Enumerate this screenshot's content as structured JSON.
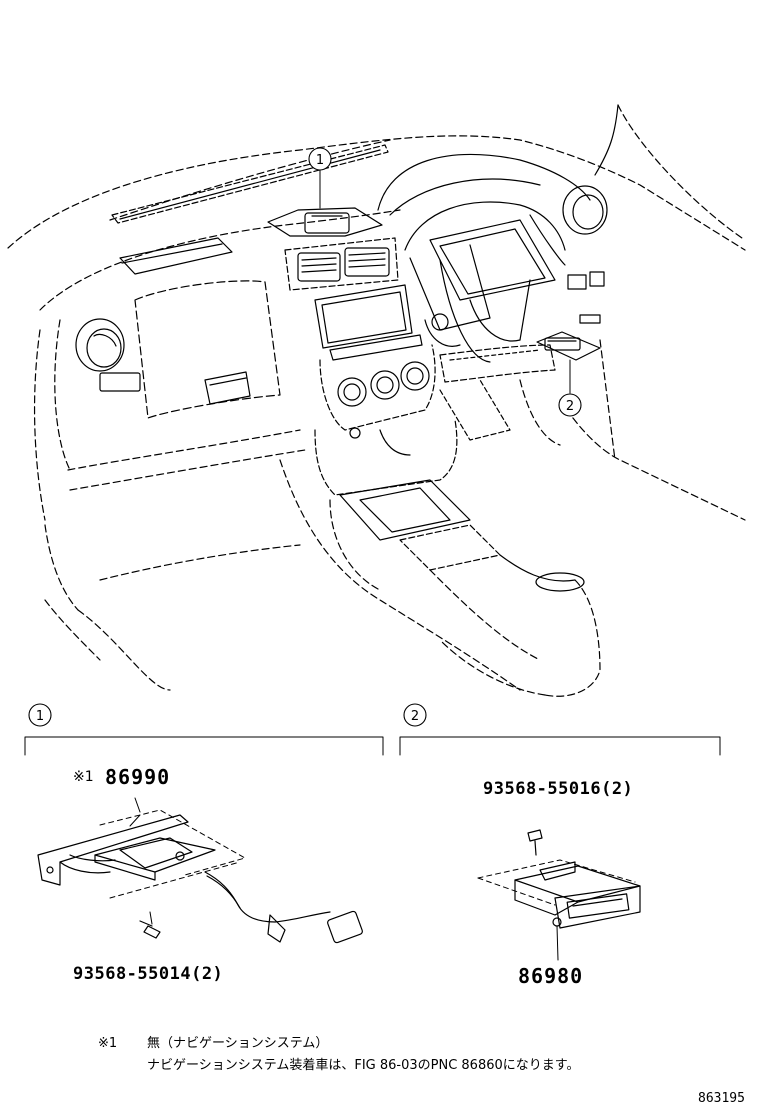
{
  "callouts": {
    "c1": "1",
    "c2": "2"
  },
  "section1": {
    "label": "1",
    "marker": "※1",
    "part_main": "86990",
    "part_bolt": "93568-55014(2)"
  },
  "section2": {
    "label": "2",
    "part_bolt": "93568-55016(2)",
    "part_main": "86980"
  },
  "notes": {
    "marker": "※1",
    "line1": "無（ナビゲーションシステム）",
    "line2": "ナビゲーションシステム装着車は、FIG 86-03のPNC 86860になります。"
  },
  "figure_id": "863195"
}
